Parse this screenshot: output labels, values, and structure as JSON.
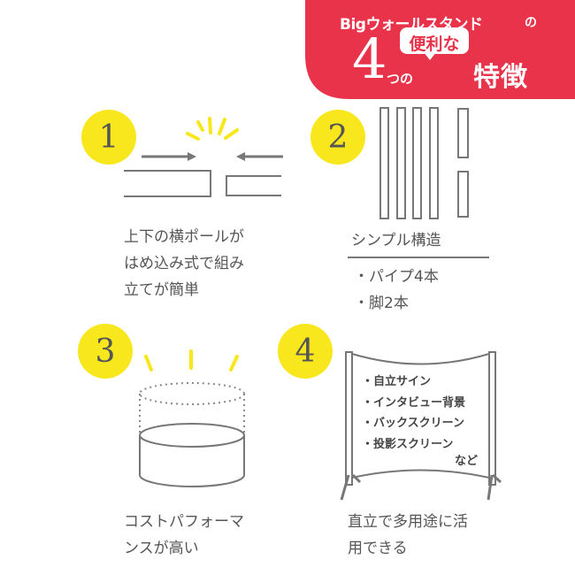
{
  "banner": {
    "title": "Bigウォールスタンド",
    "no": "の",
    "four": "4",
    "tsuno": "つの",
    "benri": "便利な",
    "tokucho": "特徴",
    "bg_color": "#e8334a"
  },
  "features": [
    {
      "num": "1",
      "lines": [
        "上下の横ポールが",
        "はめ込み式で組み",
        "立てが簡単"
      ]
    },
    {
      "num": "2",
      "title": "シンプル構造",
      "items": [
        "・パイプ4本",
        "・脚2本"
      ]
    },
    {
      "num": "3",
      "lines": [
        "コストパフォーマ",
        "ンスが高い"
      ]
    },
    {
      "num": "4",
      "lines": [
        "直立で多用途に活",
        "用できる"
      ],
      "sign_items": [
        "・自立サイン",
        "・インタビュー背景",
        "・バックスクリーン",
        "・投影スクリーン"
      ],
      "sign_nado": "など"
    }
  ],
  "colors": {
    "accent_yellow": "#f8e71c",
    "line_gray": "#777777"
  }
}
